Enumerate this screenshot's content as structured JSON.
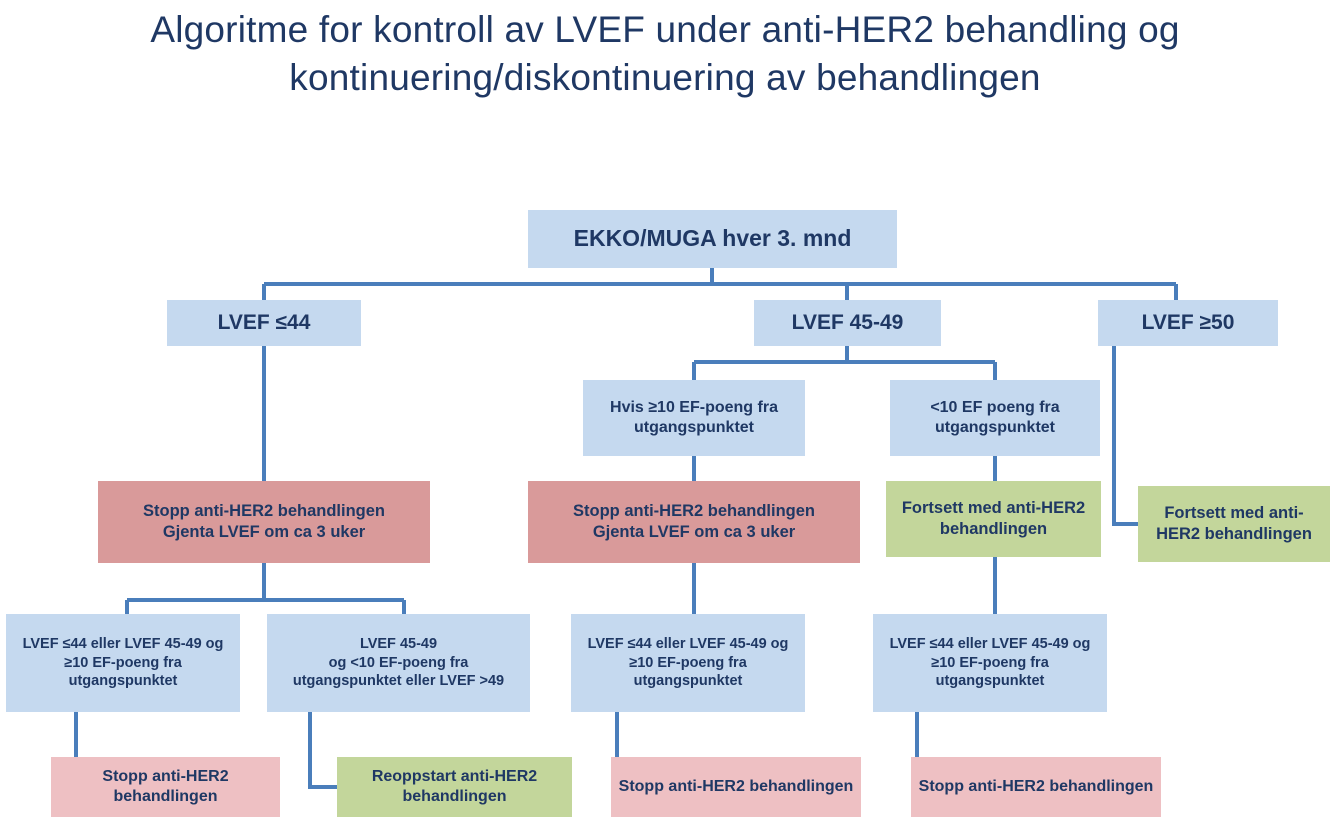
{
  "title": "Algoritme for kontroll av LVEF under anti-HER2 behandling og kontinuering/diskontinuering av behandlingen",
  "colors": {
    "title_text": "#1f3864",
    "node_text": "#1f3864",
    "blue_fill": "#c5d9ef",
    "red_fill": "#d99a9a",
    "pink_fill": "#eec0c3",
    "green_fill": "#c3d69b",
    "connector": "#4a7ebb",
    "background": "#ffffff"
  },
  "nodes": {
    "root": "EKKO/MUGA hver 3. mnd",
    "lvef_low": "LVEF ≤44",
    "lvef_mid": "LVEF 45-49",
    "lvef_high": "LVEF ≥50",
    "drop_ge10": "Hvis ≥10 EF-poeng fra utgangspunktet",
    "drop_lt10": "<10 EF poeng fra utgangspunktet",
    "stop_repeat_left": "Stopp anti-HER2 behandlingen\nGjenta LVEF om ca 3 uker",
    "stop_repeat_mid": "Stopp anti-HER2 behandlingen\nGjenta LVEF om ca 3 uker",
    "continue_mid": "Fortsett med anti-HER2 behandlingen",
    "continue_right": "Fortsett med anti-HER2 behandlingen",
    "retest_left_a": "LVEF ≤44 eller LVEF 45-49 og ≥10 EF-poeng fra utgangspunktet",
    "retest_left_b": "LVEF 45-49\nog <10 EF-poeng fra\nutgangspunktet eller LVEF >49",
    "retest_mid": "LVEF ≤44 eller LVEF 45-49 og ≥10 EF-poeng fra utgangspunktet",
    "retest_right": "LVEF ≤44 eller LVEF 45-49 og ≥10 EF-poeng fra utgangspunktet",
    "stop_bottom_1": "Stopp anti-HER2 behandlingen",
    "restart_bottom": "Reoppstart anti-HER2 behandlingen",
    "stop_bottom_2": "Stopp anti-HER2 behandlingen",
    "stop_bottom_3": "Stopp anti-HER2 behandlingen"
  }
}
